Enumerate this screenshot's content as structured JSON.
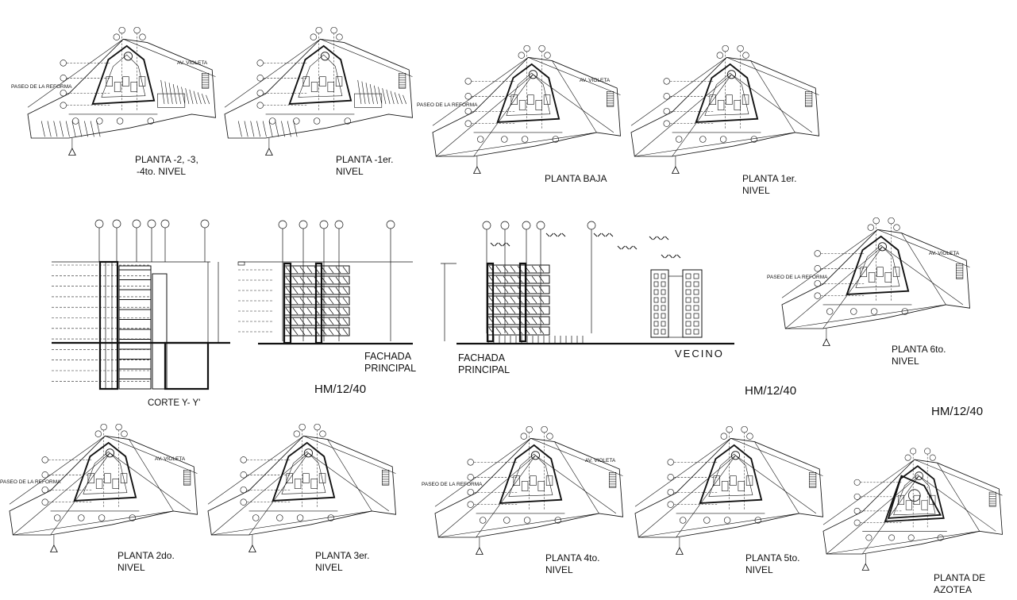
{
  "sheet": {
    "row1": [
      {
        "id": "p1",
        "title_l1": "PLANTA -2, -3,",
        "title_l2": "-4to. NIVEL",
        "street_a": "PASEO DE LA REFORMA",
        "street_b": "AV. VIOLETA"
      },
      {
        "id": "p2",
        "title_l1": "PLANTA -1er.",
        "title_l2": "NIVEL"
      },
      {
        "id": "p3",
        "title_l1": "PLANTA BAJA",
        "title_l2": "",
        "street_a": "PASEO DE LA REFORMA",
        "street_b": "AV. VIOLETA"
      },
      {
        "id": "p4",
        "title_l1": "PLANTA 1er.",
        "title_l2": "NIVEL"
      }
    ],
    "row2": {
      "section_title": "CORTE Y- Y'",
      "facade1_l1": "FACHADA",
      "facade1_l2": "PRINCIPAL",
      "facade2_l1": "FACHADA",
      "facade2_l2": "PRINCIPAL",
      "neighbor": "VECINO",
      "plan6_l1": "PLANTA 6to.",
      "plan6_l2": "NIVEL",
      "plan6_street_a": "PASEO DE LA REFORMA",
      "plan6_street_b": "AV. VIOLETA"
    },
    "refs": [
      "HM/12/40",
      "HM/12/40",
      "HM/12/40"
    ],
    "row3": [
      {
        "id": "p7",
        "title_l1": "PLANTA 2do.",
        "title_l2": "NIVEL",
        "street_a": "PASEO DE LA REFORMA",
        "street_b": "AV. VIOLETA"
      },
      {
        "id": "p8",
        "title_l1": "PLANTA 3er.",
        "title_l2": "NIVEL"
      },
      {
        "id": "p9",
        "title_l1": "PLANTA 4to.",
        "title_l2": "NIVEL",
        "street_a": "PASEO DE LA REFORMA",
        "street_b": "AV. VIOLETA"
      },
      {
        "id": "p10",
        "title_l1": "PLANTA 5to.",
        "title_l2": "NIVEL"
      },
      {
        "id": "p11",
        "title_l1": "PLANTA DE",
        "title_l2": "AZOTEA"
      }
    ]
  }
}
